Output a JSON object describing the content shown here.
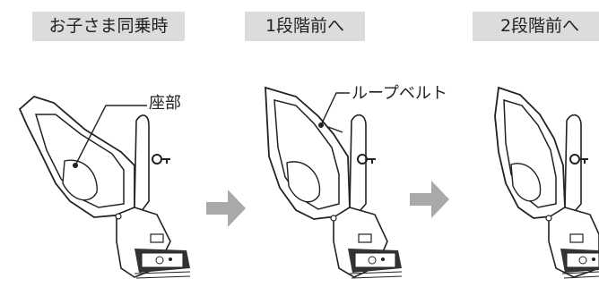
{
  "steps": [
    {
      "label": "お子さま同乗時"
    },
    {
      "label": "1段階前へ"
    },
    {
      "label": "2段階前へ"
    }
  ],
  "callouts": {
    "seat": "座部",
    "loop_belt": "ループベルト"
  },
  "colors": {
    "label_bg": "#dcdcdc",
    "arrow": "#a9a9a9",
    "line": "#222222"
  }
}
